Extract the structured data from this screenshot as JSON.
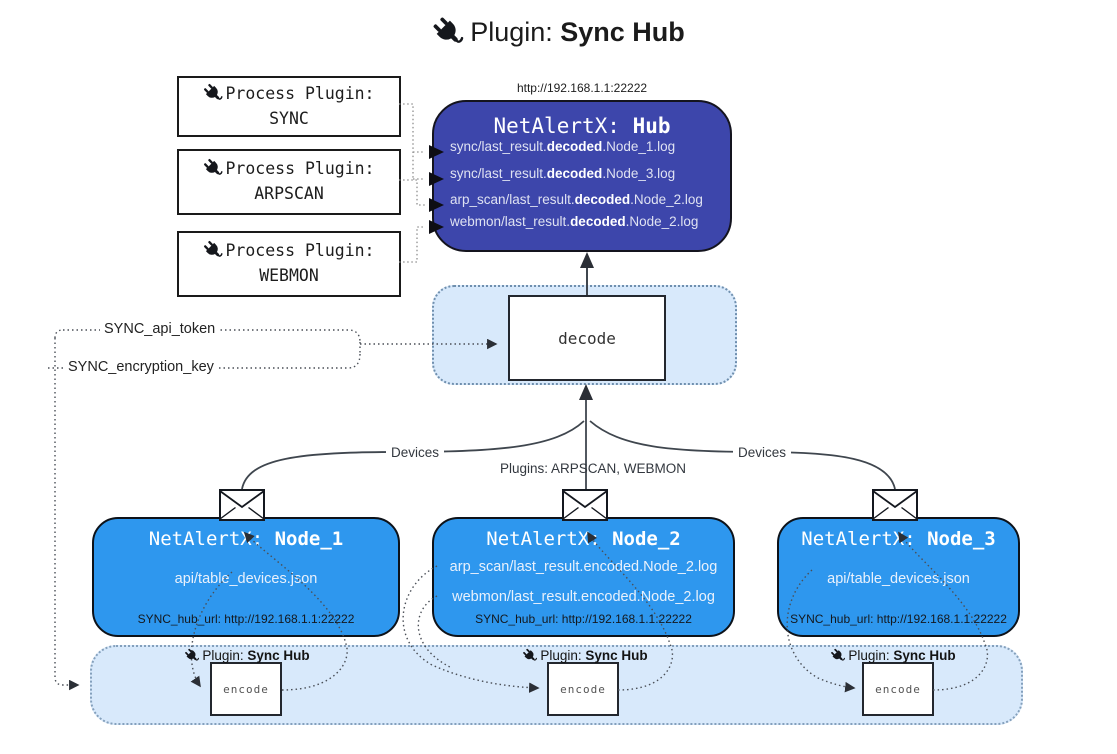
{
  "title": {
    "icon": "plug-icon",
    "prefix": "Plugin:",
    "name": "Sync Hub"
  },
  "process_plugins": [
    {
      "label": "Process Plugin:",
      "name": "SYNC"
    },
    {
      "label": "Process Plugin:",
      "name": "ARPSCAN"
    },
    {
      "label": "Process Plugin:",
      "name": "WEBMON"
    }
  ],
  "hub": {
    "url": "http://192.168.1.1:22222",
    "title_prefix": "NetAlertX:",
    "title_name": "Hub",
    "lines": [
      {
        "pre": "sync/last_result.",
        "bold": "decoded",
        "post": ".Node_1.log"
      },
      {
        "pre": "sync/last_result.",
        "bold": "decoded",
        "post": ".Node_3.log"
      },
      {
        "pre": "arp_scan/last_result.",
        "bold": "decoded",
        "post": ".Node_2.log"
      },
      {
        "pre": "webmon/last_result.",
        "bold": "decoded",
        "post": ".Node_2.log"
      }
    ]
  },
  "decode_label": "decode",
  "secrets": {
    "api_token": "SYNC_api_token",
    "encryption_key": "SYNC_encryption_key"
  },
  "flow_labels": {
    "left": "Devices",
    "center": "Plugins: ARPSCAN, WEBMON",
    "right": "Devices"
  },
  "nodes": [
    {
      "title_prefix": "NetAlertX:",
      "title_name": "Node_1",
      "line1": "api/table_devices.json",
      "hub_url": "SYNC_hub_url: http://192.168.1.1:22222"
    },
    {
      "title_prefix": "NetAlertX:",
      "title_name": "Node_2",
      "line1": "arp_scan/last_result.encoded.Node_2.log",
      "line2": "webmon/last_result.encoded.Node_2.log",
      "hub_url": "SYNC_hub_url: http://192.168.1.1:22222"
    },
    {
      "title_prefix": "NetAlertX:",
      "title_name": "Node_3",
      "line1": "api/table_devices.json",
      "hub_url": "SYNC_hub_url: http://192.168.1.1:22222"
    }
  ],
  "encode_bar": {
    "plugin_prefix": "Plugin:",
    "plugin_name": "Sync Hub",
    "encode_label": "encode"
  },
  "colors": {
    "hub_bg": "#3d46ab",
    "node_bg": "#2e97ee",
    "panel_bg": "#d8e9fb",
    "line": "#3f464e"
  }
}
